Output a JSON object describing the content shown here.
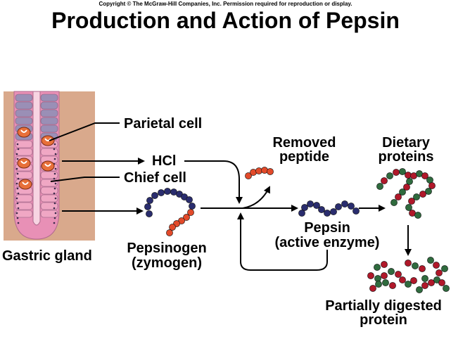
{
  "copyright": "Copyright © The McGraw-Hill Companies, Inc. Permission required for reproduction or display.",
  "title": "Production and Action of Pepsin",
  "labels": {
    "parietal_cell": "Parietal cell",
    "hcl": "HCl",
    "chief_cell": "Chief cell",
    "gastric_gland": "Gastric gland",
    "pepsinogen_line1": "Pepsinogen",
    "pepsinogen_line2": "(zymogen)",
    "removed_peptide_line1": "Removed",
    "removed_peptide_line2": "peptide",
    "pepsin_line1": "Pepsin",
    "pepsin_line2": "(active enzyme)",
    "dietary_proteins_line1": "Dietary",
    "dietary_proteins_line2": "proteins",
    "partial_line1": "Partially digested",
    "partial_line2": "protein"
  },
  "colors": {
    "tissue_bg": "#d9a98c",
    "gland_pink": "#f0a7c4",
    "gland_purple": "#9a8fb6",
    "parietal_orange": "#e8703a",
    "bead_navy": "#2a2d6e",
    "bead_red": "#e24a2a",
    "bead_green": "#2f6b3e",
    "bead_maroon": "#b0182a"
  }
}
